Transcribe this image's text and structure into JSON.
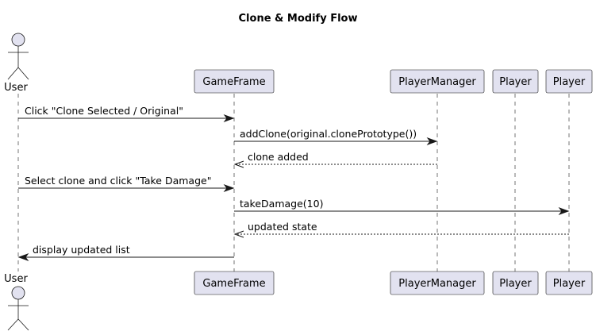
{
  "title": "Clone & Modify Flow",
  "participants": [
    {
      "id": "user",
      "label": "User",
      "kind": "actor"
    },
    {
      "id": "gameframe",
      "label": "GameFrame",
      "kind": "participant"
    },
    {
      "id": "playermanager",
      "label": "PlayerManager",
      "kind": "participant"
    },
    {
      "id": "player1",
      "label": "Player",
      "kind": "participant"
    },
    {
      "id": "player2",
      "label": "Player",
      "kind": "participant"
    }
  ],
  "messages": [
    {
      "from": "user",
      "to": "gameframe",
      "label": "Click \"Clone Selected / Original\"",
      "style": "sync"
    },
    {
      "from": "gameframe",
      "to": "playermanager",
      "label": "addClone(original.clonePrototype())",
      "style": "sync"
    },
    {
      "from": "playermanager",
      "to": "gameframe",
      "label": "clone added",
      "style": "return"
    },
    {
      "from": "user",
      "to": "gameframe",
      "label": "Select clone and click \"Take Damage\"",
      "style": "sync"
    },
    {
      "from": "gameframe",
      "to": "player2",
      "label": "takeDamage(10)",
      "style": "sync"
    },
    {
      "from": "player2",
      "to": "gameframe",
      "label": "updated state",
      "style": "return"
    },
    {
      "from": "gameframe",
      "to": "user",
      "label": "display updated list",
      "style": "sync"
    }
  ]
}
